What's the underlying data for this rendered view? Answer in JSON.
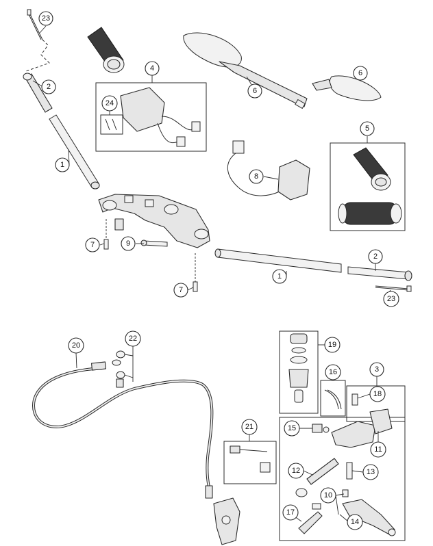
{
  "callouts": [
    {
      "id": "c23a",
      "label": "23"
    },
    {
      "id": "c2a",
      "label": "2"
    },
    {
      "id": "c4",
      "label": "4"
    },
    {
      "id": "c24",
      "label": "24"
    },
    {
      "id": "c6a",
      "label": "6"
    },
    {
      "id": "c6b",
      "label": "6"
    },
    {
      "id": "c5",
      "label": "5"
    },
    {
      "id": "c1a",
      "label": "1"
    },
    {
      "id": "c8",
      "label": "8"
    },
    {
      "id": "c7a",
      "label": "7"
    },
    {
      "id": "c9",
      "label": "9"
    },
    {
      "id": "c7b",
      "label": "7"
    },
    {
      "id": "c1b",
      "label": "1"
    },
    {
      "id": "c2b",
      "label": "2"
    },
    {
      "id": "c23b",
      "label": "23"
    },
    {
      "id": "c20",
      "label": "20"
    },
    {
      "id": "c22",
      "label": "22"
    },
    {
      "id": "c19",
      "label": "19"
    },
    {
      "id": "c16",
      "label": "16"
    },
    {
      "id": "c3",
      "label": "3"
    },
    {
      "id": "c18",
      "label": "18"
    },
    {
      "id": "c21",
      "label": "21"
    },
    {
      "id": "c15",
      "label": "15"
    },
    {
      "id": "c11",
      "label": "11"
    },
    {
      "id": "c12",
      "label": "12"
    },
    {
      "id": "c13",
      "label": "13"
    },
    {
      "id": "c10",
      "label": "10"
    },
    {
      "id": "c17",
      "label": "17"
    },
    {
      "id": "c14",
      "label": "14"
    }
  ]
}
